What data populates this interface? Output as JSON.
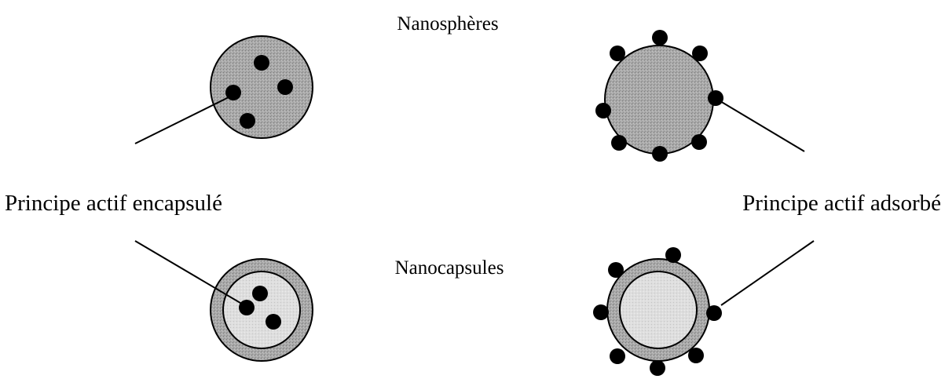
{
  "labels": {
    "nanospheres": "Nanosphères",
    "nanocapsules": "Nanocapsules",
    "encapsulated": "Principe actif encapsulé",
    "adsorbed": "Principe actif adsorbé"
  },
  "colors": {
    "ink": "#000000",
    "dense_fill": "#a9a9a9",
    "light_fill": "#dedede"
  }
}
